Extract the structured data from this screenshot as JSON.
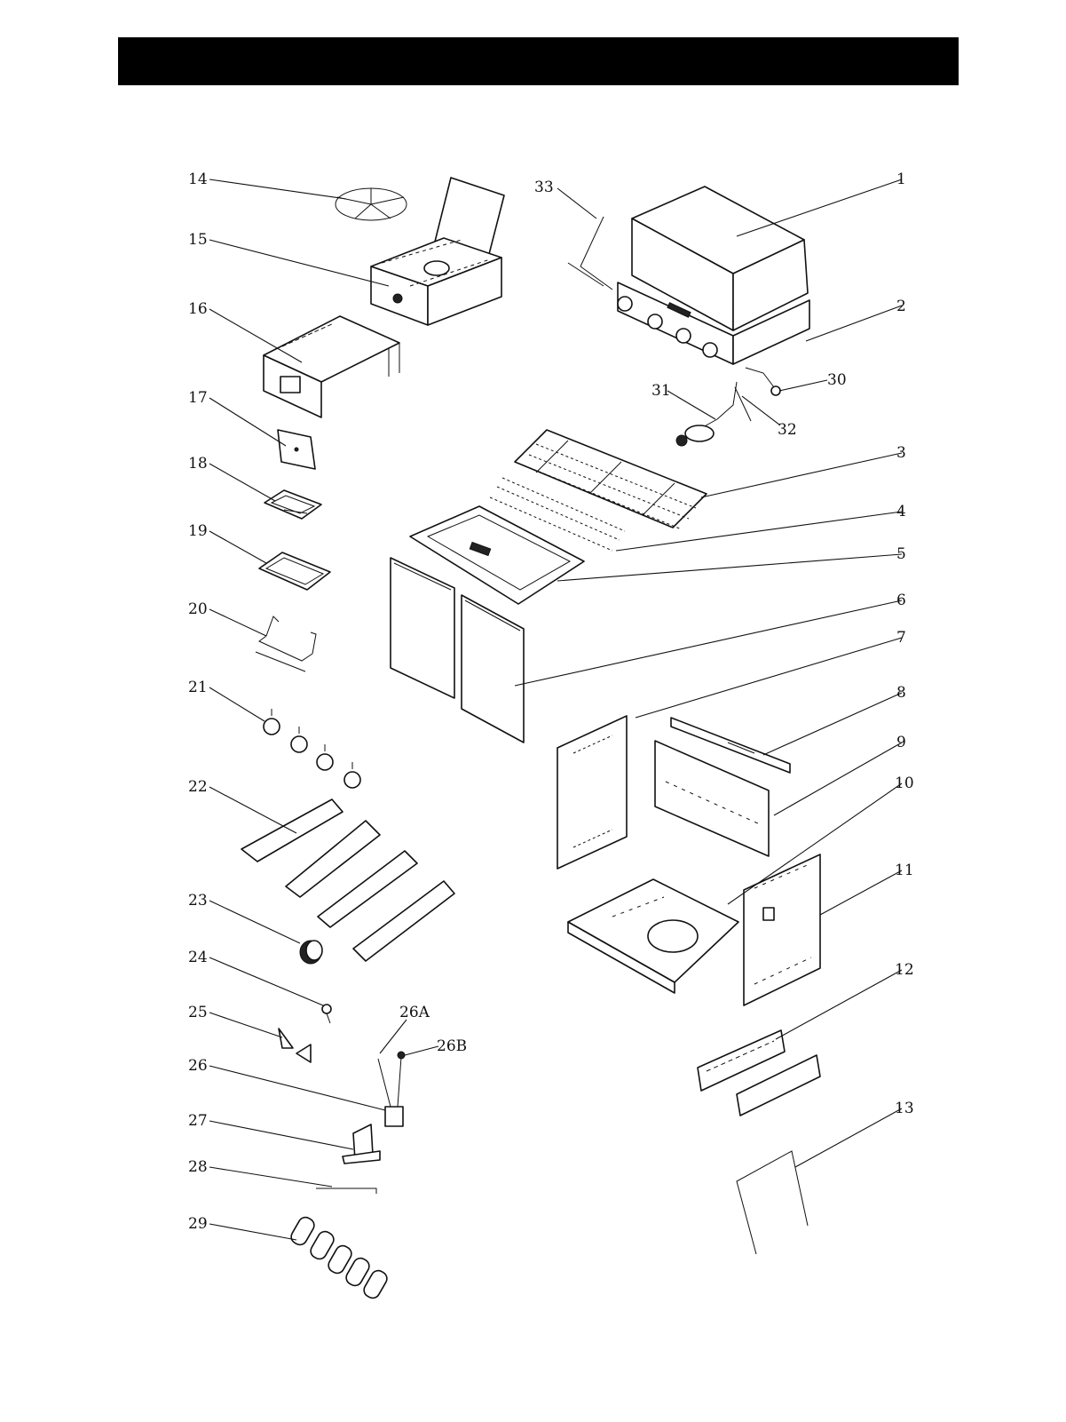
{
  "colors": {
    "ink": "#111111",
    "header": "#000000",
    "background": "#ffffff"
  },
  "parts": [
    {
      "id": "1",
      "label": "1"
    },
    {
      "id": "2",
      "label": "2"
    },
    {
      "id": "3",
      "label": "3"
    },
    {
      "id": "4",
      "label": "4"
    },
    {
      "id": "5",
      "label": "5"
    },
    {
      "id": "6",
      "label": "6"
    },
    {
      "id": "7",
      "label": "7"
    },
    {
      "id": "8",
      "label": "8"
    },
    {
      "id": "9",
      "label": "9"
    },
    {
      "id": "10",
      "label": "10"
    },
    {
      "id": "11",
      "label": "11"
    },
    {
      "id": "12",
      "label": "12"
    },
    {
      "id": "13",
      "label": "13"
    },
    {
      "id": "14",
      "label": "14"
    },
    {
      "id": "15",
      "label": "15"
    },
    {
      "id": "16",
      "label": "16"
    },
    {
      "id": "17",
      "label": "17"
    },
    {
      "id": "18",
      "label": "18"
    },
    {
      "id": "19",
      "label": "19"
    },
    {
      "id": "20",
      "label": "20"
    },
    {
      "id": "21",
      "label": "21"
    },
    {
      "id": "22",
      "label": "22"
    },
    {
      "id": "23",
      "label": "23"
    },
    {
      "id": "24",
      "label": "24"
    },
    {
      "id": "25",
      "label": "25"
    },
    {
      "id": "26",
      "label": "26"
    },
    {
      "id": "26A",
      "label": "26A"
    },
    {
      "id": "26B",
      "label": "26B"
    },
    {
      "id": "27",
      "label": "27"
    },
    {
      "id": "28",
      "label": "28"
    },
    {
      "id": "29",
      "label": "29"
    },
    {
      "id": "30",
      "label": "30"
    },
    {
      "id": "31",
      "label": "31"
    },
    {
      "id": "32",
      "label": "32"
    },
    {
      "id": "33",
      "label": "33"
    }
  ]
}
